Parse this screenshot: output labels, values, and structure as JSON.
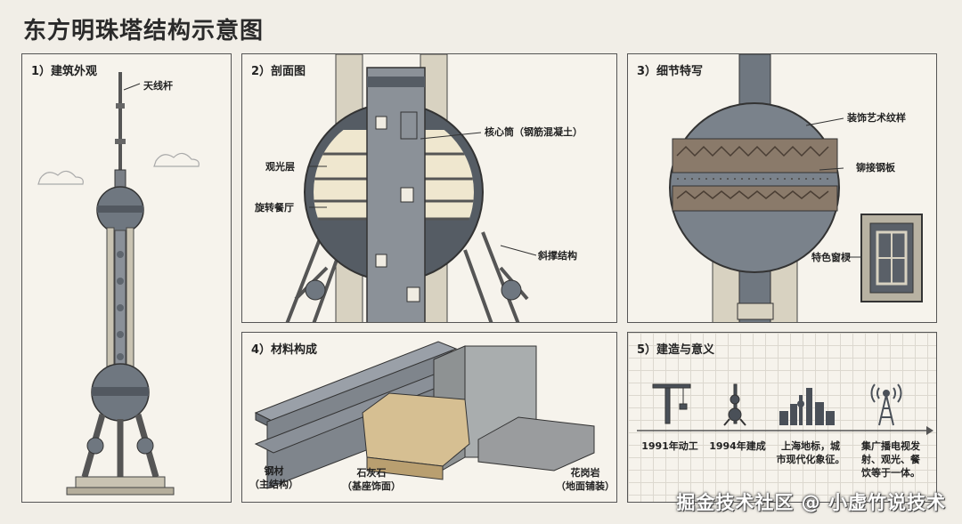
{
  "title": "东方明珠塔结构示意图",
  "panels": {
    "p1": {
      "title": "1）建筑外观",
      "labels": {
        "antenna": "天线杆"
      }
    },
    "p2": {
      "title": "2）剖面图",
      "labels": {
        "core": "核心筒（钢筋混凝土）",
        "observation": "观光层",
        "restaurant": "旋转餐厅",
        "brace": "斜撑结构"
      }
    },
    "p3": {
      "title": "3）细节特写",
      "labels": {
        "deco": "装饰艺术纹样",
        "rivet": "铆接钢板",
        "window": "特色窗棂"
      }
    },
    "p4": {
      "title": "4）材料构成",
      "labels": {
        "steel": "钢材\n（主结构）",
        "limestone": "石灰石\n（基座饰面）",
        "granite": "花岗岩\n（地面铺装）"
      }
    },
    "p5": {
      "title": "5）建造与意义",
      "milestones": [
        {
          "icon": "crane-icon",
          "text": "1991年动工"
        },
        {
          "icon": "tower-icon",
          "text": "1994年建成"
        },
        {
          "icon": "skyline-icon",
          "text": "上海地标，城\n市现代化象征。"
        },
        {
          "icon": "broadcast-icon",
          "text": "集广播电视发\n射、观光、餐\n饮等于一体。"
        }
      ]
    }
  },
  "watermark": "掘金技术社区 @ 小虚竹说技术",
  "colors": {
    "steel": "#7f858c",
    "dark": "#3c4148",
    "sphere": "#6f7780",
    "concrete": "#d8d2c1",
    "stone": "#d6bf92"
  }
}
